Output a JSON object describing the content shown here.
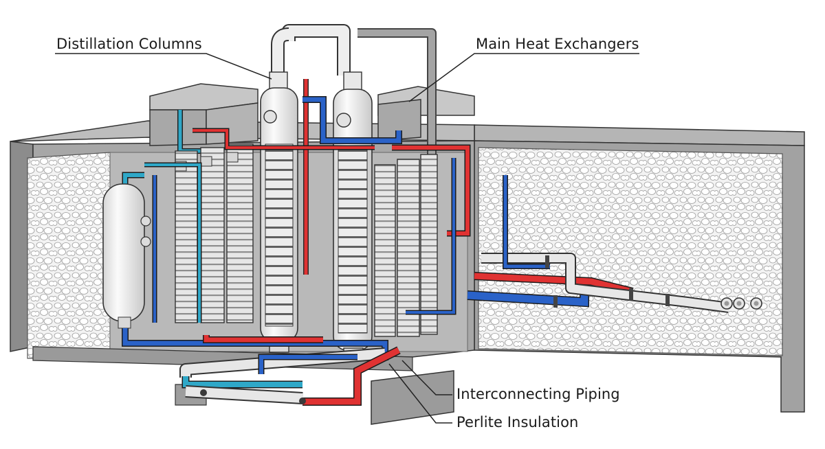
{
  "labels": {
    "distillation_columns": "Distillation Columns",
    "main_heat_exchangers": "Main Heat Exchangers",
    "interconnecting_piping": "Interconnecting Piping",
    "perlite_insulation": "Perlite Insulation"
  },
  "colors": {
    "hot_pipe": "#e03232",
    "cold_pipe": "#2a62c8",
    "cyan_pipe": "#2fa8c8",
    "steel": "#e9e9e9",
    "box_gray": "#a9a9a9",
    "box_dark": "#7d7d7d",
    "perlite_fill": "#f2f2f2"
  }
}
